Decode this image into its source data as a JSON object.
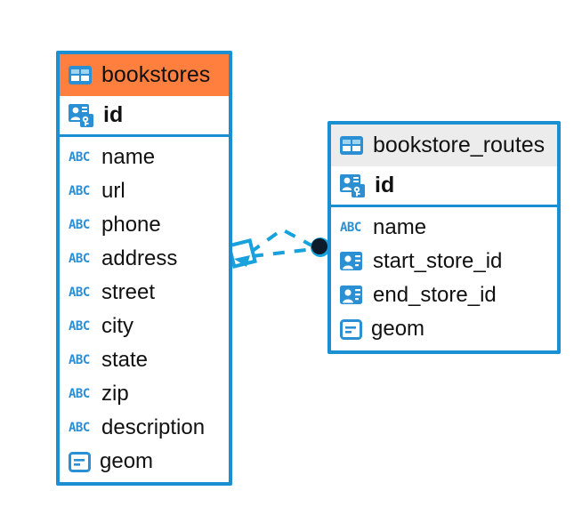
{
  "diagram": {
    "type": "entity-relationship-diagram",
    "colors": {
      "border": "#1a8fd1",
      "selected_header": "#ff7f3f",
      "plain_header": "#ececec",
      "icon_blue": "#2b8fd4",
      "connector": "#17a2dd",
      "connector_endpoint": "#0d1b2a"
    },
    "entities": [
      {
        "name": "bookstores",
        "selected": true,
        "header_icon": "table-icon",
        "primary_key": {
          "label": "id",
          "icon": "primary-key-icon"
        },
        "attributes": [
          {
            "label": "name",
            "icon": "abc-text-icon",
            "type_glyph": "ABC"
          },
          {
            "label": "url",
            "icon": "abc-text-icon",
            "type_glyph": "ABC"
          },
          {
            "label": "phone",
            "icon": "abc-text-icon",
            "type_glyph": "ABC"
          },
          {
            "label": "address",
            "icon": "abc-text-icon",
            "type_glyph": "ABC"
          },
          {
            "label": "street",
            "icon": "abc-text-icon",
            "type_glyph": "ABC"
          },
          {
            "label": "city",
            "icon": "abc-text-icon",
            "type_glyph": "ABC"
          },
          {
            "label": "state",
            "icon": "abc-text-icon",
            "type_glyph": "ABC"
          },
          {
            "label": "zip",
            "icon": "abc-text-icon",
            "type_glyph": "ABC"
          },
          {
            "label": "description",
            "icon": "abc-text-icon",
            "type_glyph": "ABC"
          },
          {
            "label": "geom",
            "icon": "geometry-icon",
            "type_glyph": ""
          }
        ]
      },
      {
        "name": "bookstore_routes",
        "selected": false,
        "header_icon": "table-icon",
        "primary_key": {
          "label": "id",
          "icon": "primary-key-icon"
        },
        "attributes": [
          {
            "label": "name",
            "icon": "abc-text-icon",
            "type_glyph": "ABC"
          },
          {
            "label": "start_store_id",
            "icon": "foreign-key-icon",
            "type_glyph": ""
          },
          {
            "label": "end_store_id",
            "icon": "foreign-key-icon",
            "type_glyph": ""
          },
          {
            "label": "geom",
            "icon": "geometry-icon",
            "type_glyph": ""
          }
        ]
      }
    ],
    "relationship": {
      "from_entity": "bookstores",
      "to_entity": "bookstore_routes",
      "line_style": "dashed",
      "source_marker": "diamond-marker",
      "target_marker": "filled-circle-marker"
    }
  }
}
